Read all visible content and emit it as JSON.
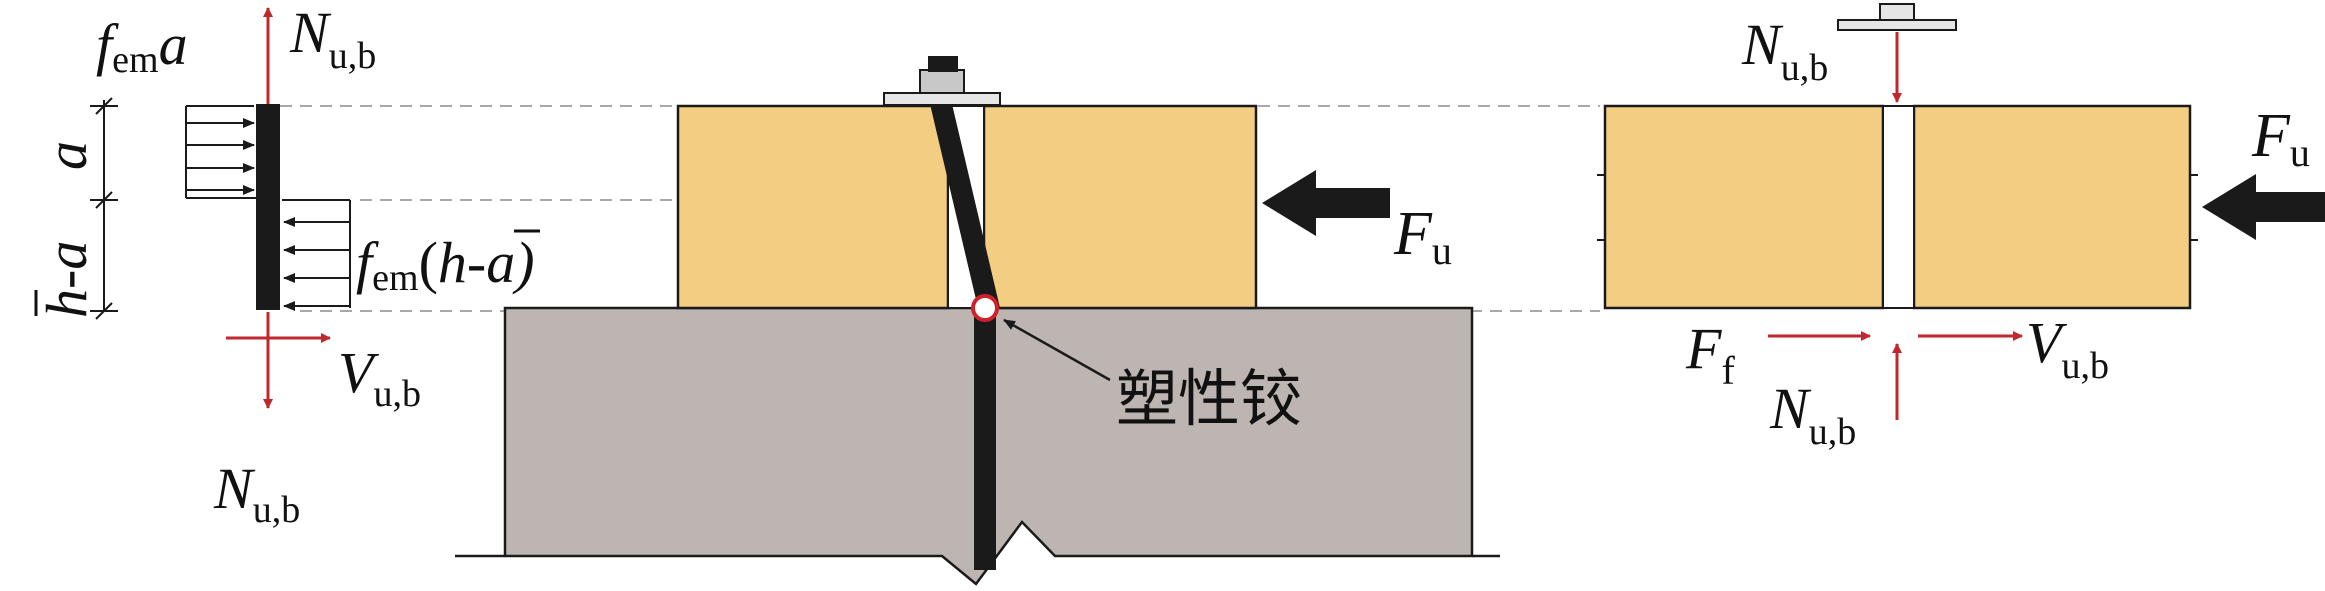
{
  "colors": {
    "wood": "#f2cd82",
    "concrete": "#bdb5b2",
    "line": "#1a1a1a",
    "force_red": "#c0282d",
    "dash": "#a8a8a8",
    "hinge": "#d0202a"
  },
  "left_panel": {
    "top_stress_f": "f",
    "top_stress_sub": "em",
    "top_stress_a": "a",
    "top_axial_N": "N",
    "top_axial_sub": "u,b",
    "dim_a": "a",
    "dim_h_minus_a": "h-a",
    "bottom_stress_f": "f",
    "bottom_stress_sub": "em",
    "bottom_stress_expr_open": "(",
    "bottom_stress_h": "h",
    "bottom_stress_rest": "-a)",
    "shear_V": "V",
    "shear_sub": "u,b",
    "bottom_axial_N": "N",
    "bottom_axial_sub": "u,b"
  },
  "middle_panel": {
    "force_F": "F",
    "force_sub": "u",
    "hinge_label": "塑性铰"
  },
  "right_panel": {
    "top_N": "N",
    "top_N_sub": "u,b",
    "force_F": "F",
    "force_sub": "u",
    "friction_F": "F",
    "friction_sub": "f",
    "bottom_N": "N",
    "bottom_N_sub": "u,b",
    "shear_V": "V",
    "shear_sub": "u,b"
  }
}
